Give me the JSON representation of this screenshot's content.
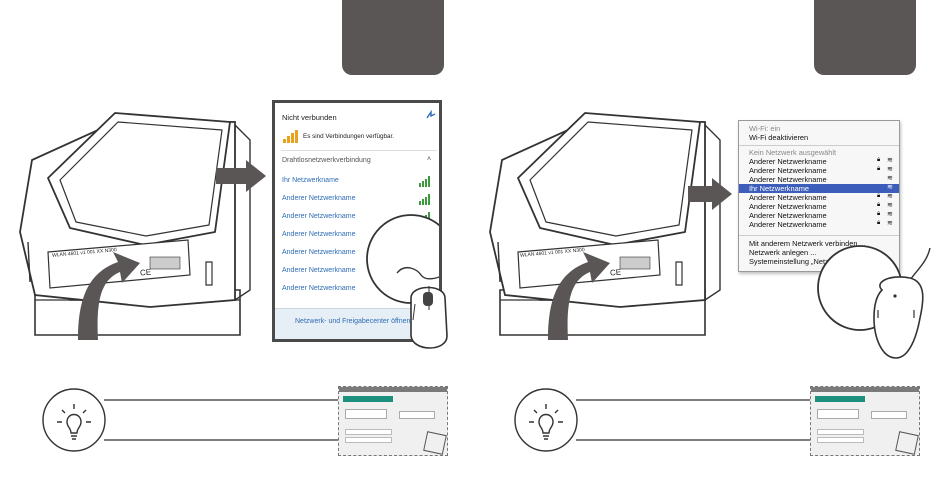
{
  "left": {
    "windows_panel": {
      "title": "Nicht verbunden",
      "status": "Es sind Verbindungen verfügbar.",
      "section": "Drahtlosnetzwerkverbindung",
      "networks": [
        "Ihr Netzwerkname",
        "Anderer Netzwerkname",
        "Anderer Netzwerkname",
        "Anderer Netzwerkname",
        "Anderer Netzwerkname",
        "Anderer Netzwerkname",
        "Anderer Netzwerkname"
      ],
      "footer": "Netzwerk- und Freigabecenter öffnen"
    },
    "device_label": {
      "line1": "WLAN 4601 v1 001 XX N300",
      "line2": "CE"
    }
  },
  "right": {
    "mac_menu": {
      "wifi_status": "Wi-Fi: ein",
      "wifi_toggle": "Wi-Fi deaktivieren",
      "no_network": "Kein Netzwerk ausgewählt",
      "networks": [
        "Anderer Netzwerkname",
        "Anderer Netzwerkname",
        "Anderer Netzwerkname",
        "Ihr Netzwerkname",
        "Anderer Netzwerkname",
        "Anderer Netzwerkname",
        "Anderer Netzwerkname",
        "Anderer Netzwerkname"
      ],
      "selected_index": 3,
      "actions": [
        "Mit anderem Netzwerk verbinden ...",
        "Netzwerk anlegen ...",
        "Systemeinstellung „Netzwerk“ öffnen ..."
      ]
    },
    "device_label": {
      "line1": "WLAN 4601 v1 001 XX N300",
      "line2": "CE"
    }
  },
  "colors": {
    "tab": "#5b5656",
    "arrow": "#5b5656",
    "selection": "#3c5dba",
    "link": "#2f6db5",
    "signal": "#3c9a3c"
  }
}
